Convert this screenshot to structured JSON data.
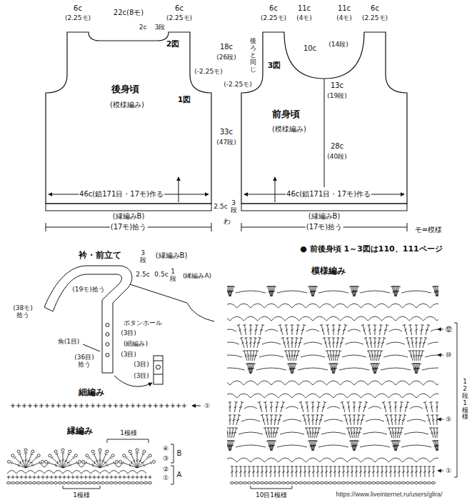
{
  "diagram": {
    "nodes": [
      {
        "text": [
          "後身頃",
          "(模様編み)"
        ]
      },
      {
        "text": [
          "前身頃",
          "(模様編み)"
        ]
      }
    ],
    "labels": [
      "6c",
      "(2.25モ)",
      "22c(8モ)",
      "6c",
      "(2.25モ)",
      "2c",
      "3段",
      "2図",
      "1図",
      "(-2.25モ)",
      "18c",
      "(26段)",
      "33c",
      "(47段)",
      "46c(鎖171目・17モ)作る",
      "2.5c",
      "3段",
      "わ",
      "(縁編みB)",
      "(17モ)拾う",
      "6c",
      "(2.25モ)",
      "11c",
      "(4モ)",
      "11c",
      "(4モ)",
      "6c",
      "(2.25モ)",
      "10c",
      "(14段)",
      "3図",
      "後ろと同じ",
      "(-2.25モ)",
      "13c",
      "(19段)",
      "28c",
      "(40段)",
      "46c(鎖171目・17モ)作る",
      "(縁編みB)",
      "(17モ)拾う",
      "モ=模様",
      "● 前後身頃 1～3図は110、111ページ",
      "衿・前立て",
      "3段",
      "(縁編みB)",
      "2.5c",
      "0.5c",
      "1段",
      "(縁編みA)",
      "(19モ)拾う",
      "(38モ) 拾う",
      "ボタンホール",
      "(3目)",
      "角(1目)",
      "(細編み)",
      "(36目) 拾う",
      "(3目)",
      "(3目)",
      "(3目)",
      "細編み",
      "①",
      "縁編み",
      "1模様",
      "B",
      "A",
      "④",
      "③",
      "②",
      "①",
      "1模様",
      "模様編み",
      "⑫",
      "⑩",
      "⑤",
      "①",
      "12段1模様",
      "10目1模様",
      "https://www.liveinternet.ru/users/glira/"
    ]
  }
}
